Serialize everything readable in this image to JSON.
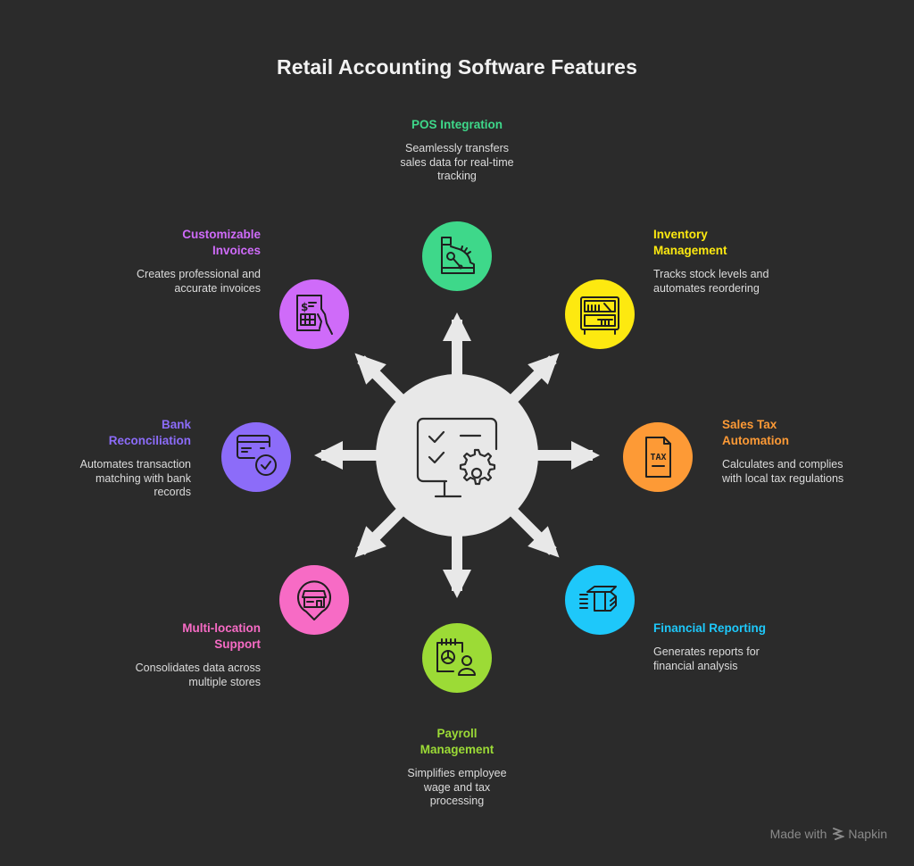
{
  "title": "Retail Accounting Software Features",
  "center": {
    "icon": "monitor-checklist-gear-icon",
    "color": "#e8e8e8"
  },
  "features": [
    {
      "id": "pos",
      "title": "POS Integration",
      "description": "Seamlessly transfers sales data for real-time tracking",
      "icon": "cash-register-icon",
      "color": "#3ed88a"
    },
    {
      "id": "inventory",
      "title": "Inventory Management",
      "description": "Tracks stock levels and automates reordering",
      "icon": "shelf-icon",
      "color": "#fde910"
    },
    {
      "id": "salestax",
      "title": "Sales Tax Automation",
      "description": "Calculates and complies with local tax regulations",
      "icon": "tax-document-icon",
      "color": "#fd9a36"
    },
    {
      "id": "financial",
      "title": "Financial Reporting",
      "description": "Generates reports for financial analysis",
      "icon": "money-stack-icon",
      "color": "#1ec8fa"
    },
    {
      "id": "payroll",
      "title": "Payroll Management",
      "description": "Simplifies employee wage and tax processing",
      "icon": "calendar-user-icon",
      "color": "#9cdb36"
    },
    {
      "id": "multilocation",
      "title": "Multi-location Support",
      "description": "Consolidates data across multiple stores",
      "icon": "store-pin-icon",
      "color": "#f76bc5"
    },
    {
      "id": "bank",
      "title": "Bank Reconciliation",
      "description": "Automates transaction matching with bank records",
      "icon": "card-check-icon",
      "color": "#8c6cf9"
    },
    {
      "id": "invoices",
      "title": "Customizable Invoices",
      "description": "Creates professional and accurate invoices",
      "icon": "invoice-hand-icon",
      "color": "#cf6bf9"
    }
  ],
  "footer": {
    "prefix": "Made with",
    "brand": "Napkin"
  }
}
